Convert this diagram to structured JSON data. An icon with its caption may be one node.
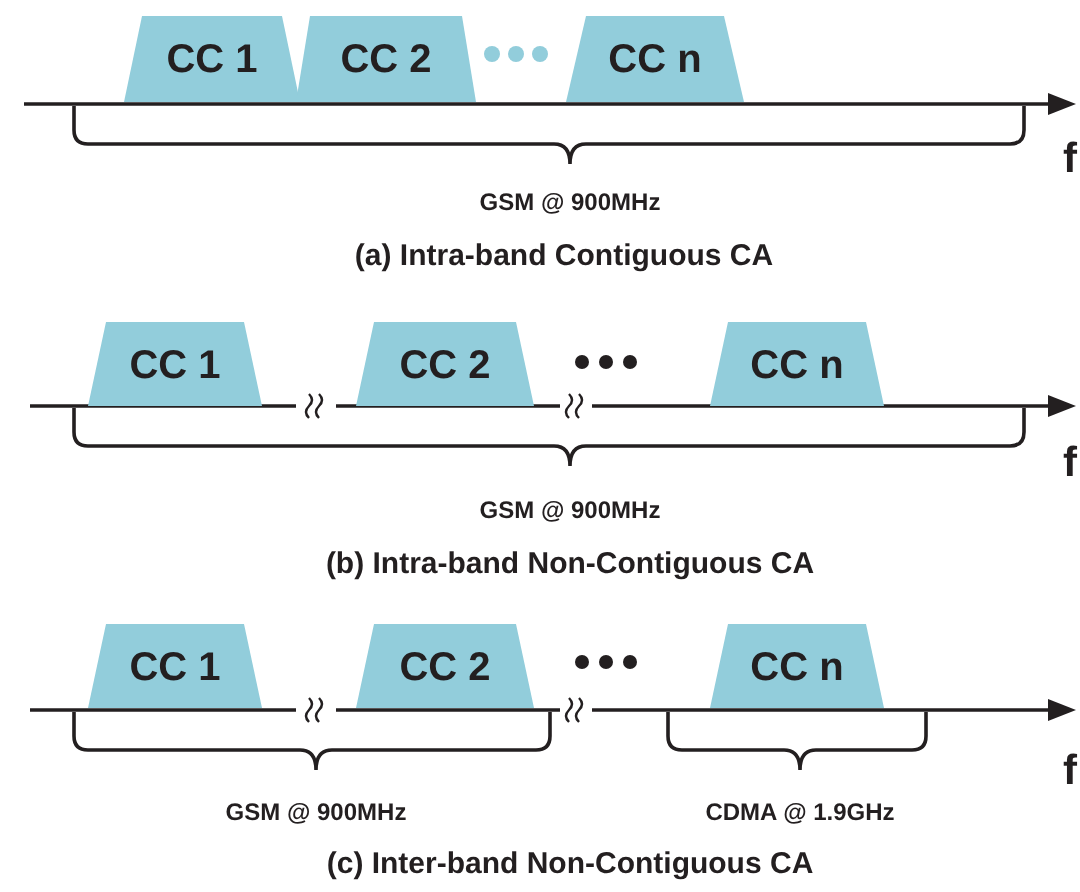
{
  "diagram": {
    "nodes": [
      {
        "text": [
          "CC 1"
        ]
      },
      {
        "text": [
          "CC 2"
        ]
      },
      {
        "text": [
          "CC n"
        ]
      },
      {
        "text": [
          "CC 1"
        ]
      },
      {
        "text": [
          "CC 2"
        ]
      },
      {
        "text": [
          "CC n"
        ]
      },
      {
        "text": [
          "CC 1"
        ]
      },
      {
        "text": [
          "CC 2"
        ]
      },
      {
        "text": [
          "CC n"
        ]
      }
    ],
    "labels": [
      "f",
      "GSM @ 900MHz",
      "(a) Intra-band Contiguous CA",
      "f",
      "GSM @ 900MHz",
      "(b) Intra-band Non-Contiguous CA",
      "f",
      "GSM @ 900MHz",
      "CDMA @ 1.9GHz",
      "(c) Inter-band Non-Contiguous CA"
    ]
  }
}
